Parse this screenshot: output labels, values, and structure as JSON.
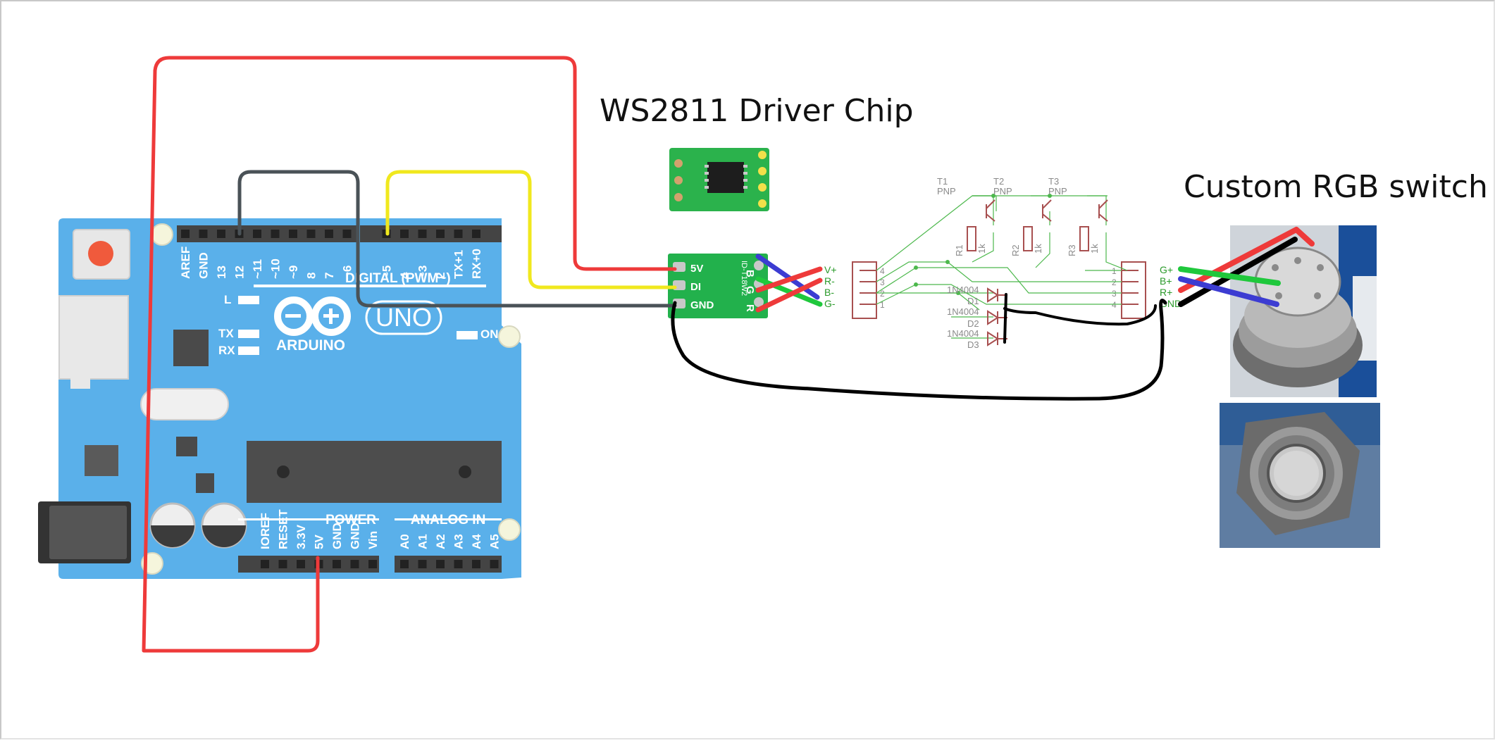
{
  "labels": {
    "chip_title": "WS2811 Driver Chip",
    "switch_title": "Custom RGB switch"
  },
  "arduino": {
    "brand": "ARDUINO",
    "model": "UNO",
    "digital_header": "DIGITAL (PWM~)",
    "power_header": "POWER",
    "analog_header": "ANALOG IN",
    "led_l": "L",
    "led_tx": "TX",
    "led_rx": "RX",
    "led_on": "ON",
    "digital_pins": [
      "AREF",
      "GND",
      "13",
      "12",
      "~11",
      "~10",
      "~9",
      "8",
      "7",
      "~6",
      "~5",
      "4",
      "~3",
      "2",
      "TX+1",
      "RX+0"
    ],
    "power_pins": [
      "IOREF",
      "RESET",
      "3.3V",
      "5V",
      "GND",
      "GND",
      "Vin"
    ],
    "analog_pins": [
      "A0",
      "A1",
      "A2",
      "A3",
      "A4",
      "A5"
    ]
  },
  "driver_module": {
    "left_pins": [
      "5V",
      "DI",
      "GND"
    ],
    "right_pins": [
      "B",
      "G",
      "R"
    ],
    "part_code": "ID-T18W2",
    "output_labels": [
      "V+",
      "R-",
      "B-",
      "G-"
    ]
  },
  "schematic": {
    "transistors": [
      {
        "name": "T1",
        "type": "PNP"
      },
      {
        "name": "T2",
        "type": "PNP"
      },
      {
        "name": "T3",
        "type": "PNP"
      }
    ],
    "resistors": [
      {
        "name": "R1",
        "value": "1k"
      },
      {
        "name": "R2",
        "value": "1k"
      },
      {
        "name": "R3",
        "value": "1k"
      }
    ],
    "diodes": [
      {
        "name": "D1",
        "part": "1N4004"
      },
      {
        "name": "D2",
        "part": "1N4004"
      },
      {
        "name": "D3",
        "part": "1N4004"
      }
    ],
    "left_connector_pins": [
      "4",
      "3",
      "2",
      "1"
    ],
    "right_connector_pins": [
      "1",
      "2",
      "3",
      "4"
    ],
    "right_connector_labels": [
      "G+",
      "B+",
      "R+",
      "GND"
    ]
  },
  "colors": {
    "red_wire": "#ee3a3a",
    "black_wire": "#000000",
    "yellow_wire": "#f0e81e",
    "gray_wire": "#4a5257",
    "blue_wire": "#3c3cd2",
    "green_wire": "#1fc83c",
    "arduino_blue": "#5ab0ea",
    "module_green": "#22b14c"
  }
}
